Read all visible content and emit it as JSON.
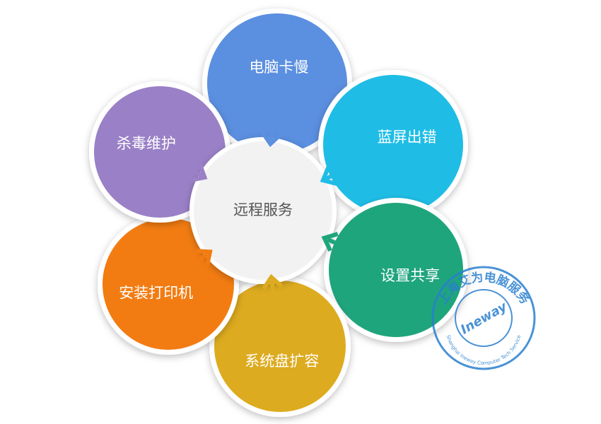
{
  "center": {
    "label": "远程服务"
  },
  "petals": [
    {
      "label": "电脑卡慢",
      "color": "#5b8fe0"
    },
    {
      "label": "蓝屏出错",
      "color": "#1fbde6"
    },
    {
      "label": "设置共享",
      "color": "#1fa57c"
    },
    {
      "label": "系统盘扩容",
      "color": "#ddab1f"
    },
    {
      "label": "安装打印机",
      "color": "#f27c12"
    },
    {
      "label": "杀毒维护",
      "color": "#9a80c6"
    }
  ],
  "stamp": {
    "top_text": "上海艾为电脑服务",
    "center_text": "Ineway",
    "bottom_text": "Shanghai Ineway Computer Tech Service",
    "color": "#2a7fd0"
  }
}
